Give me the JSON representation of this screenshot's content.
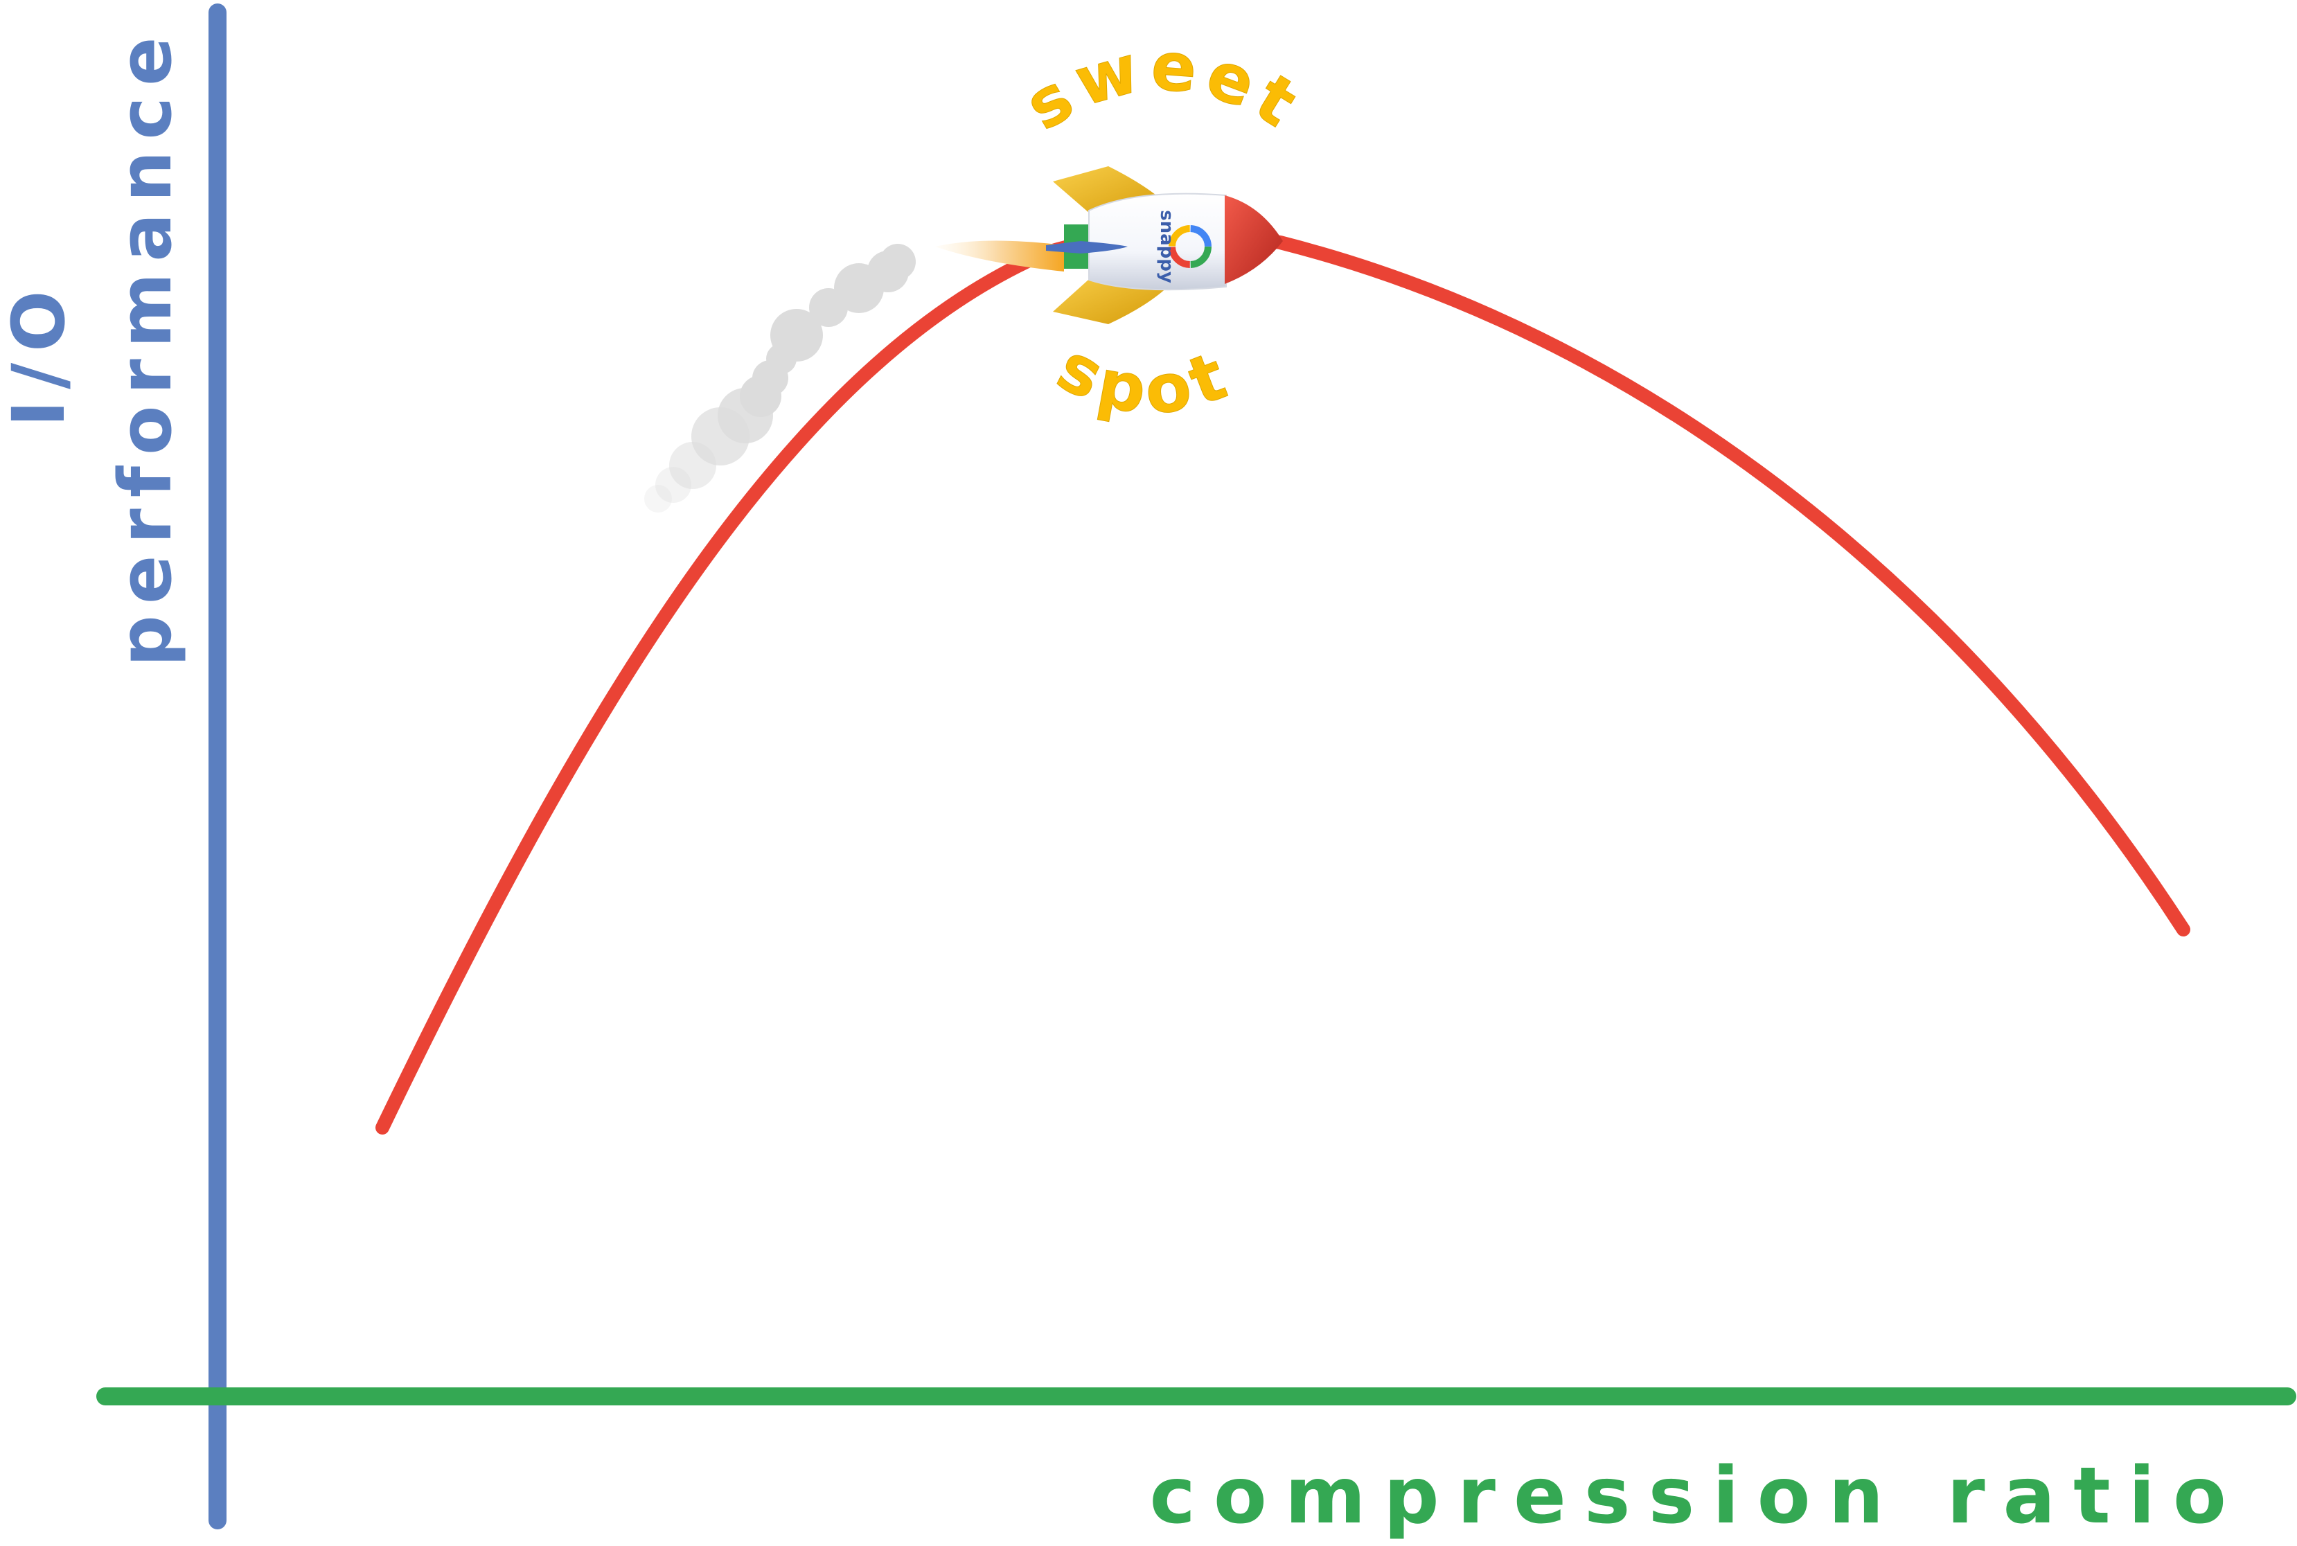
{
  "y_axis": {
    "label_line1": "I/O",
    "label_line2": "performance",
    "color": "#5b7fc0"
  },
  "x_axis": {
    "label": "compression ratio",
    "color": "#34a853"
  },
  "curve": {
    "color": "#ea4335"
  },
  "callout": {
    "top": "sweet",
    "bottom": "spot",
    "color": "#fbbc05"
  },
  "rocket": {
    "logo_text": "snappy",
    "body_color": "#ffffff",
    "nose_color": "#d93025",
    "fin_color": "#f2b90f",
    "nozzle_color": "#34a853",
    "flame_color": "#f8c27a",
    "smoke_color": "#dcdcdc"
  }
}
